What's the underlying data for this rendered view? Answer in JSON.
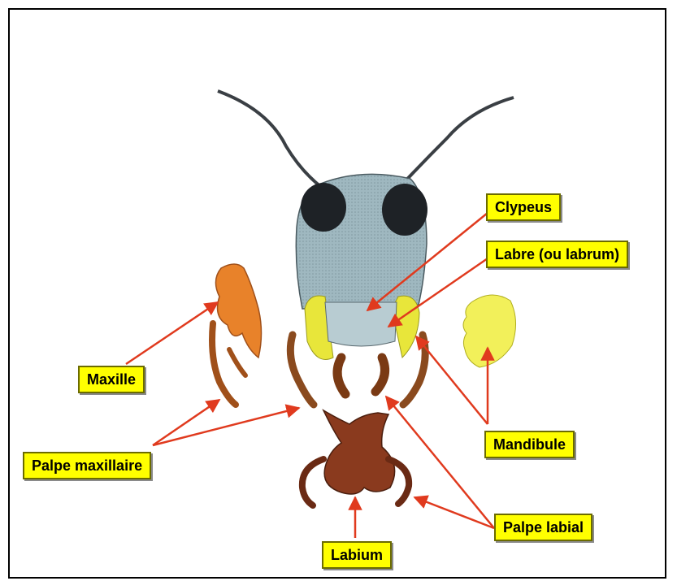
{
  "labels": {
    "clypeus": "Clypeus",
    "labre": "Labre (ou labrum)",
    "maxille": "Maxille",
    "palpe_maxillaire": "Palpe maxillaire",
    "mandibule": "Mandibule",
    "palpe_labial": "Palpe labial",
    "labium": "Labium"
  },
  "colors": {
    "label_background": "#ffff00",
    "arrow": "#e03a1e",
    "head": "#9fb8c0",
    "eye": "#1e2226",
    "mandible": "#e8e63a",
    "maxilla": "#e8822a",
    "labium": "#8a3a1e"
  }
}
